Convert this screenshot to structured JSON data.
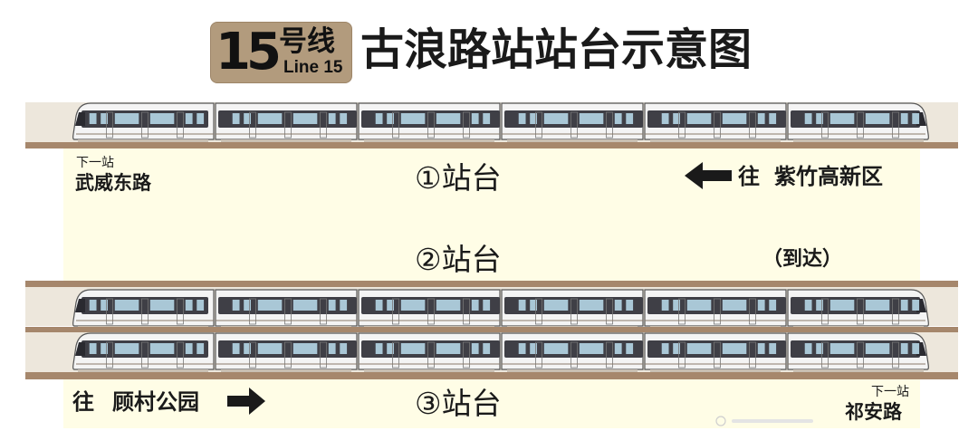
{
  "header": {
    "line_number": "15",
    "line_name": "号线",
    "line_name_en": "Line 15",
    "title": "古浪路站站台示意图"
  },
  "colors": {
    "badge": "#b29b7d",
    "platform": "#fffde6",
    "track": "#ede7dc",
    "rail": "#a6876c",
    "train_body": "#f4f4f4",
    "train_band": "#3f3f46",
    "train_window": "#a9c7d6",
    "text": "#1a1a1a"
  },
  "platform_1": {
    "label": "①站台",
    "next_station_caption": "下一站",
    "next_station": "武威东路",
    "direction_prefix": "往",
    "direction_destination": "紫竹高新区",
    "direction_arrow": "left-arrow-icon"
  },
  "platform_2": {
    "label": "②站台",
    "status": "（到达）"
  },
  "platform_3": {
    "label": "③站台",
    "direction_prefix": "往",
    "direction_destination": "顾村公园",
    "direction_arrow": "right-arrow-icon",
    "next_station_caption": "下一站",
    "next_station": "祁安路"
  },
  "trains": {
    "car_count": 6
  }
}
